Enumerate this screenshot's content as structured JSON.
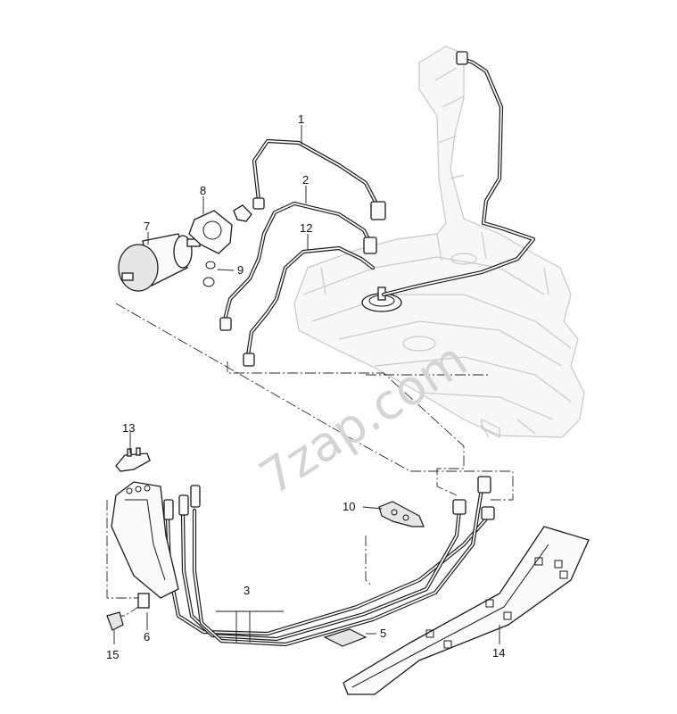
{
  "watermark": "7zap.com",
  "callouts": [
    {
      "id": "1",
      "text": "1"
    },
    {
      "id": "2",
      "text": "2"
    },
    {
      "id": "3",
      "text": "3"
    },
    {
      "id": "5",
      "text": "5"
    },
    {
      "id": "6",
      "text": "6"
    },
    {
      "id": "7",
      "text": "7"
    },
    {
      "id": "8",
      "text": "8"
    },
    {
      "id": "9",
      "text": "9"
    },
    {
      "id": "10",
      "text": "10"
    },
    {
      "id": "12",
      "text": "12"
    },
    {
      "id": "13",
      "text": "13"
    },
    {
      "id": "14",
      "text": "14"
    },
    {
      "id": "15",
      "text": "15"
    }
  ],
  "colors": {
    "line": "#1a1a1a",
    "ghost": "#c8c8c8",
    "watermark": "#d4d4d4",
    "background": "#ffffff"
  }
}
